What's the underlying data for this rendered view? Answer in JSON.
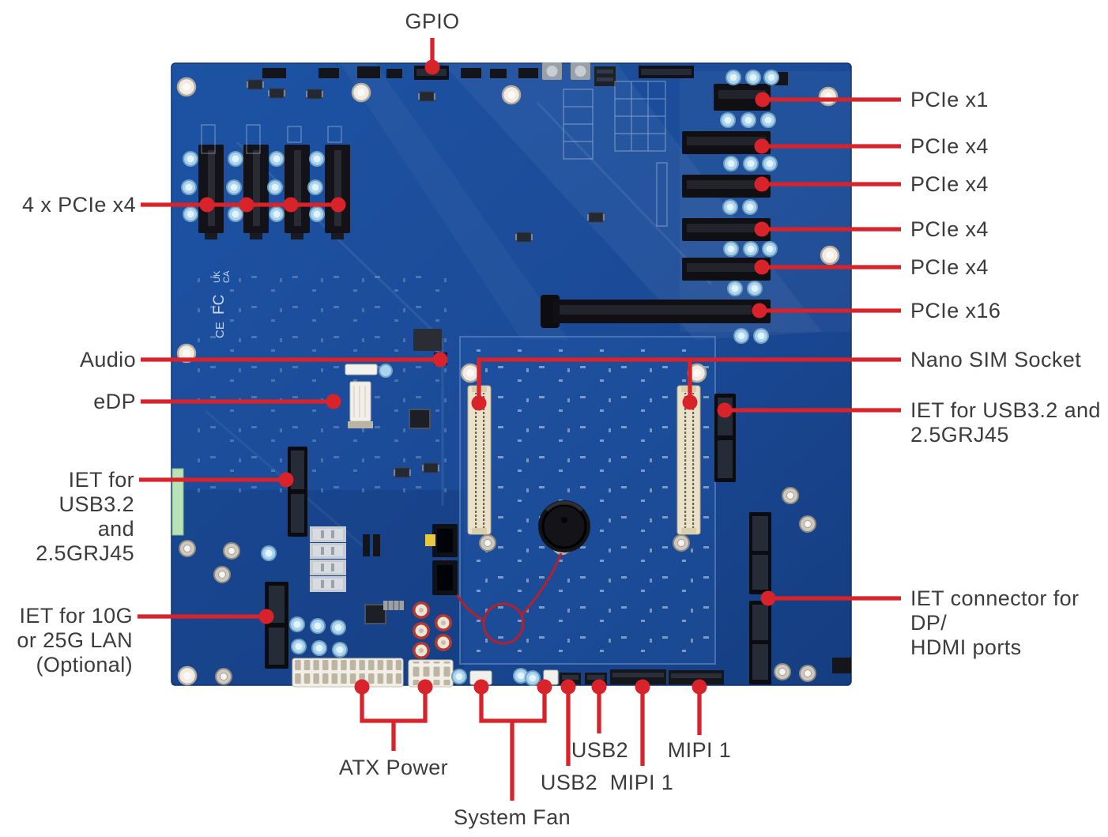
{
  "diagram_title": "Motherboard connector callout diagram",
  "colors": {
    "accent_red": "#d8232b",
    "board_blue": "#1d4f9e",
    "label_text": "#3c3c3c"
  },
  "board": {
    "markings": {
      "ce": "CE",
      "fc": "FC",
      "uk": "UK",
      "ca": "CA"
    }
  },
  "callouts": {
    "gpio": "GPIO",
    "pcie_x1": "PCIe x1",
    "pcie_x4": "PCIe x4",
    "pcie_x16": "PCIe x16",
    "nano_sim": "Nano SIM Socket",
    "iet_usb_right": "IET for USB3.2 and\n2.5GRJ45",
    "iet_dp_hdmi": "IET connector for DP/\nHDMI ports",
    "four_pcie_x4": "4 x PCIe x4",
    "audio": "Audio",
    "edp": "eDP",
    "iet_usb_left": "IET for USB3.2\nand 2.5GRJ45",
    "iet_10g": "IET for 10G\nor 25G LAN\n(Optional)",
    "atx_power": "ATX Power",
    "system_fan": "System Fan",
    "usb2": "USB2",
    "mipi_1": "MIPI 1"
  }
}
